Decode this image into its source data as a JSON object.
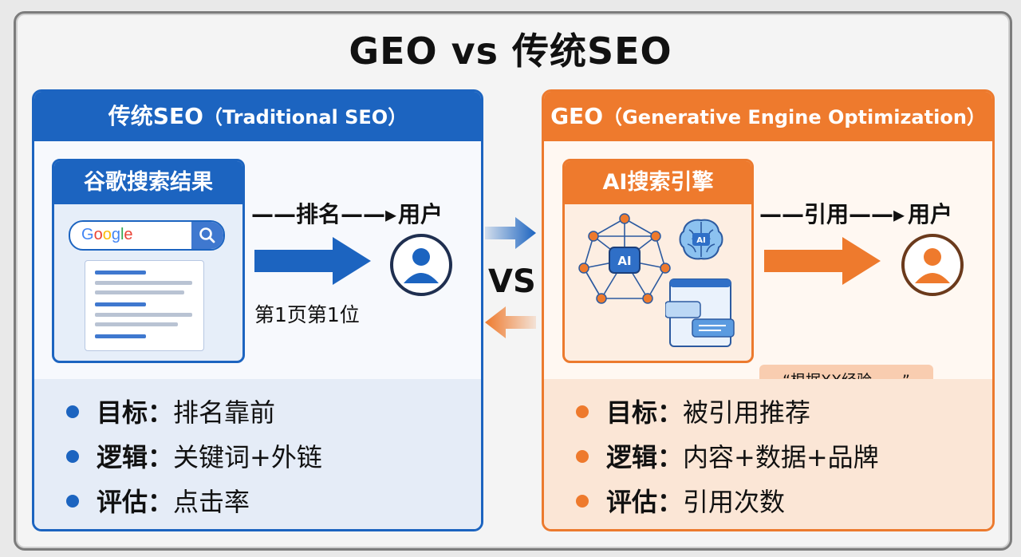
{
  "title": "GEO vs 传统SEO",
  "vs_label": "VS",
  "seo": {
    "header": "传统SEO",
    "header_sub": "（Traditional SEO）",
    "card_title": "谷歌搜索结果",
    "google_logo": "Google",
    "flow_label": "——排名——▸",
    "flow_target": "用户",
    "note": "第1页第1位",
    "bullets": [
      {
        "key": "目标：",
        "value": "排名靠前"
      },
      {
        "key": "逻辑：",
        "value": "关键词+外链"
      },
      {
        "key": "评估：",
        "value": "点击率"
      }
    ]
  },
  "geo": {
    "header": "GEO",
    "header_sub": "（Generative Engine Optimization）",
    "card_title": "AI搜索引擎",
    "ai_label": "AI",
    "flow_label": "——引用——▸",
    "flow_target": "用户",
    "quote": "“根据XX经验……”",
    "bullets": [
      {
        "key": "目标：",
        "value": "被引用推荐"
      },
      {
        "key": "逻辑：",
        "value": "内容+数据+品牌"
      },
      {
        "key": "评估：",
        "value": "引用次数"
      }
    ]
  },
  "colors": {
    "seo_blue": "#1c64c0",
    "geo_orange": "#ee7a2d"
  }
}
